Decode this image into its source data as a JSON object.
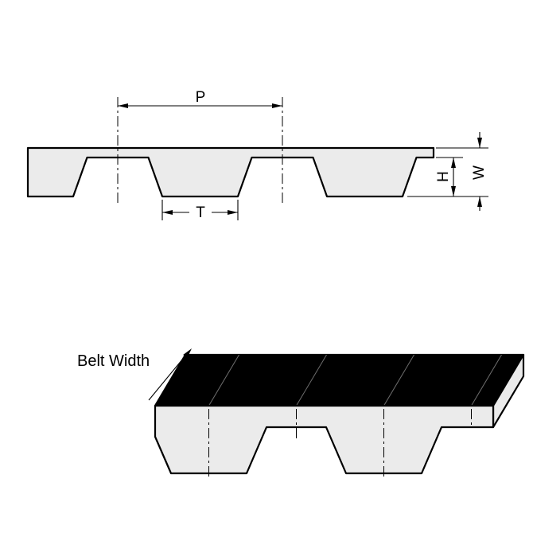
{
  "labels": {
    "pitch": "P",
    "tooth_width": "T",
    "tooth_height": "H",
    "belt_thickness": "W",
    "belt_width": "Belt Width"
  },
  "colors": {
    "belt_fill": "#ebebeb",
    "outline": "#000000",
    "top_face_fill": "#000000",
    "background": "#ffffff"
  }
}
